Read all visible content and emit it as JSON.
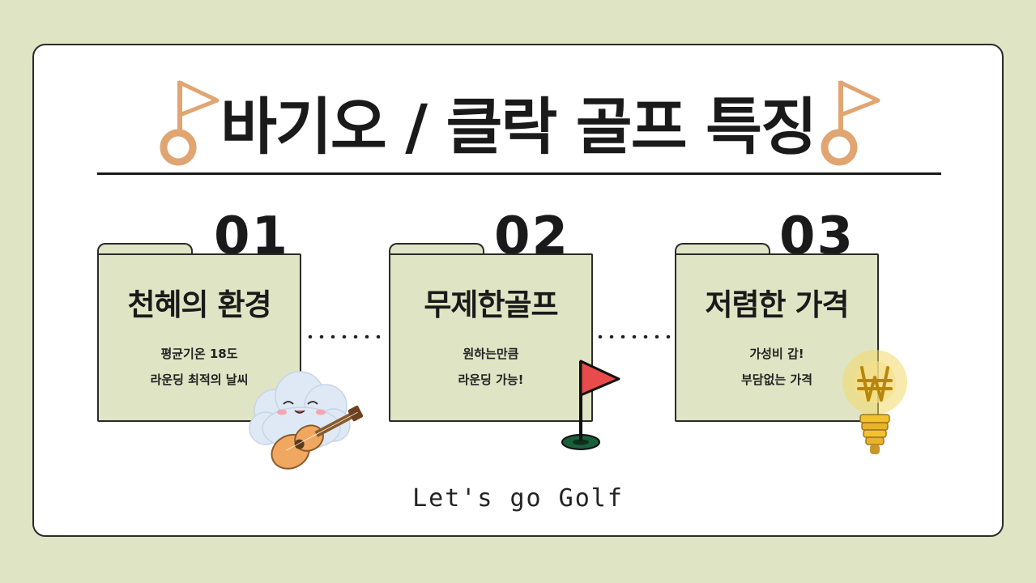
{
  "title": "바기오 / 클락 골프 특징",
  "features": [
    {
      "number": "01",
      "heading": "천혜의 환경",
      "line1": "평균기온 18도",
      "line2": "라운딩 최적의 날씨"
    },
    {
      "number": "02",
      "heading": "무제한골프",
      "line1": "원하는만큼",
      "line2": "라운딩 가능!"
    },
    {
      "number": "03",
      "heading": "저렴한 가격",
      "line1": "가성비 갑!",
      "line2": "부담없는 가격"
    }
  ],
  "footer": "Let's go Golf",
  "colors": {
    "background": "#dfe5c4",
    "folder": "#dfe5c4",
    "flag_orange": "#e0a571",
    "flag_red": "#e84b4b",
    "hole_green": "#1b5e3b"
  }
}
